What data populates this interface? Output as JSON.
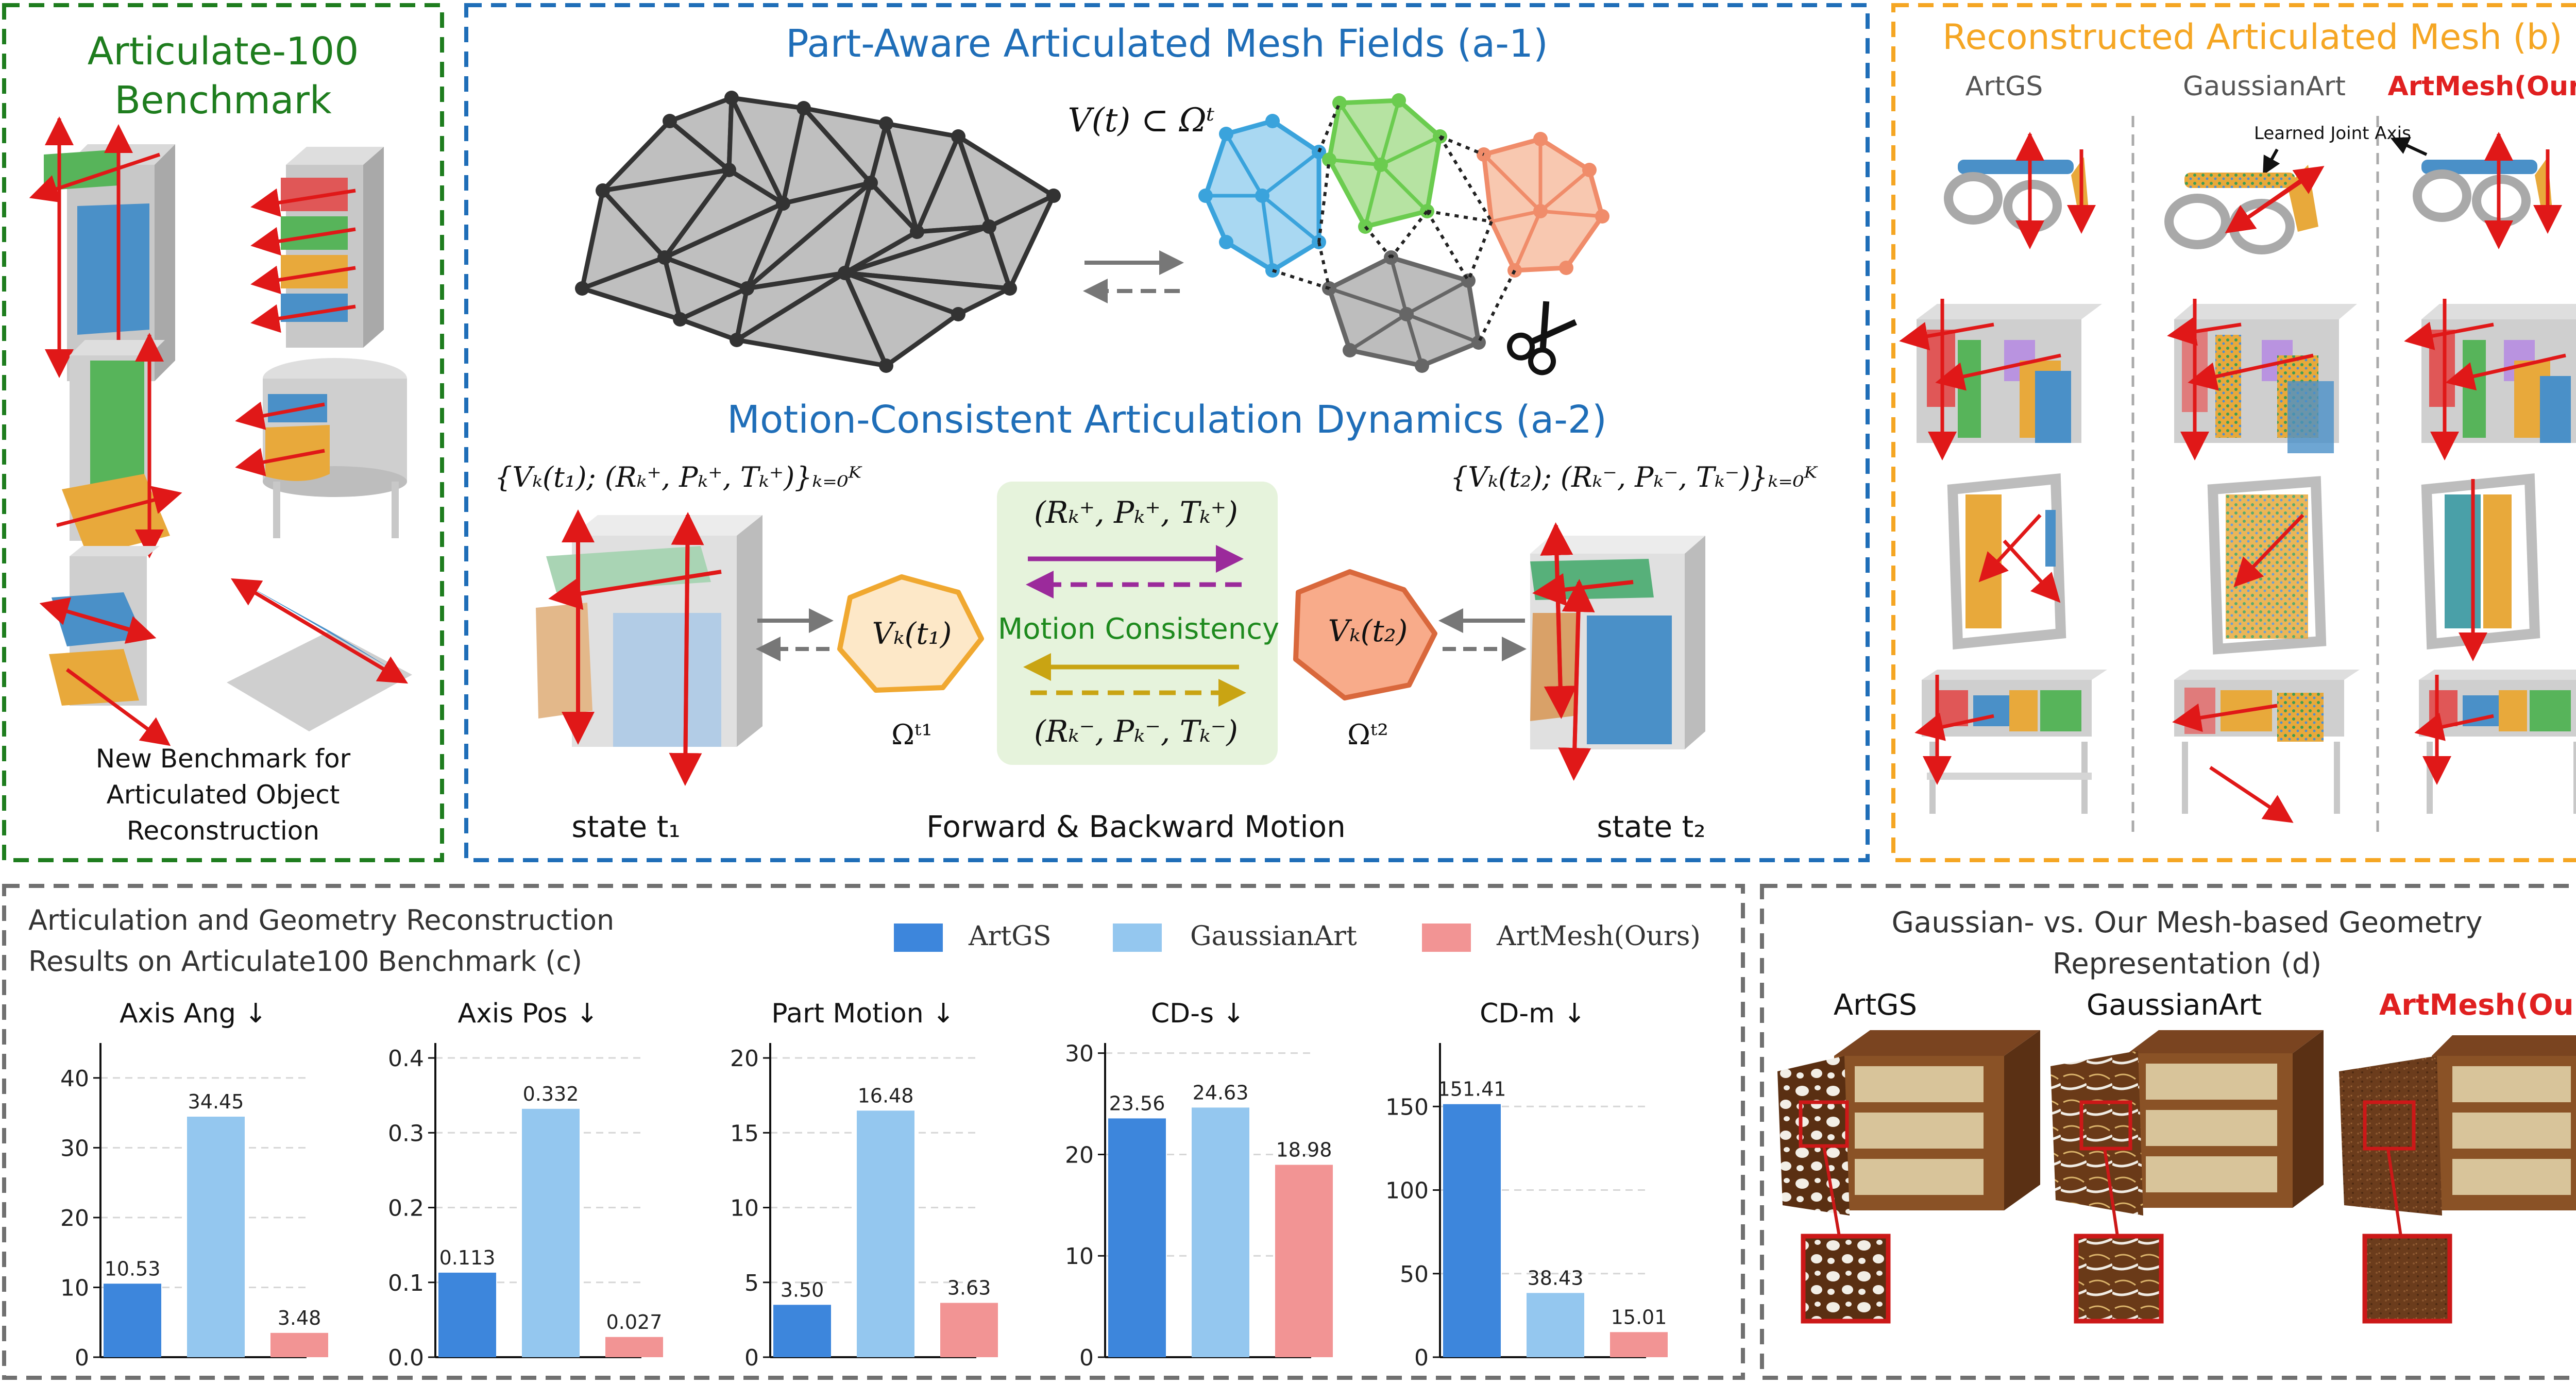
{
  "panel_benchmark": {
    "title_line1": "Articulate-100",
    "title_line2": "Benchmark",
    "caption_line1": "New Benchmark for",
    "caption_line2": "Articulated Object",
    "caption_line3": "Reconstruction"
  },
  "panel_method": {
    "title_a1": "Part-Aware Articulated Mesh Fields (a-1)",
    "formula_top": "V(t) ⊂ Ωᵗ",
    "title_a2": "Motion-Consistent Articulation Dynamics (a-2)",
    "set_left": "{Vₖ(t₁); (Rₖ⁺, Pₖ⁺, Tₖ⁺)}ₖ₌₀ᴷ",
    "set_right": "{Vₖ(t₂); (Rₖ⁻, Pₖ⁻, Tₖ⁻)}ₖ₌₀ᴷ",
    "forward_params": "(Rₖ⁺, Pₖ⁺, Tₖ⁺)",
    "backward_params": "(Rₖ⁻, Pₖ⁻, Tₖ⁻)",
    "motion_consistency": "Motion Consistency",
    "vk_t1": "Vₖ(t₁)",
    "vk_t2": "Vₖ(t₂)",
    "omega_t1": "Ωᵗ¹",
    "omega_t2": "Ωᵗ²",
    "state_t1": "state t₁",
    "state_t2": "state t₂",
    "fwd_bwd": "Forward & Backward Motion"
  },
  "panel_recon": {
    "title": "Reconstructed Articulated Mesh (b)",
    "col1": "ArtGS",
    "col2": "GaussianArt",
    "col3": "ArtMesh(Ours)",
    "joint_axis_label": "Learned Joint Axis"
  },
  "panel_results": {
    "title_line1": "Articulation and Geometry Reconstruction",
    "title_line2": "Results on Articulate100 Benchmark (c)",
    "legend": [
      "ArtGS",
      "GaussianArt",
      "ArtMesh(Ours)"
    ]
  },
  "panel_geometry": {
    "title_line1": "Gaussian- vs. Our Mesh-based Geometry",
    "title_line2": "Representation (d)",
    "col1": "ArtGS",
    "col2": "GaussianArt",
    "col3": "ArtMesh(Ours)"
  },
  "colors": {
    "artgs": "#3d86dc",
    "gaussianart": "#94c7ef",
    "artmesh": "#f29494",
    "green_border": "#1e7d1e",
    "blue_border": "#1f6eb8",
    "orange_border": "#f5a623",
    "gray_border": "#707070",
    "ours_red": "#e02020"
  },
  "chart_data": [
    {
      "type": "bar",
      "title": "Axis Ang ↓",
      "categories": [
        "ArtGS",
        "GaussianArt",
        "ArtMesh(Ours)"
      ],
      "values": [
        10.53,
        34.45,
        3.48
      ],
      "labels": [
        "10.53",
        "34.45",
        "3.48"
      ],
      "ylim": [
        0,
        45
      ],
      "yticks": [
        0,
        10,
        20,
        30,
        40
      ],
      "ytick_labels": [
        "0",
        "10",
        "20",
        "30",
        "40"
      ],
      "grid": true
    },
    {
      "type": "bar",
      "title": "Axis Pos ↓",
      "categories": [
        "ArtGS",
        "GaussianArt",
        "ArtMesh(Ours)"
      ],
      "values": [
        0.113,
        0.332,
        0.027
      ],
      "labels": [
        "0.113",
        "0.332",
        "0.027"
      ],
      "ylim": [
        0,
        0.42
      ],
      "yticks": [
        0,
        0.1,
        0.2,
        0.3,
        0.4
      ],
      "ytick_labels": [
        "0.0",
        "0.1",
        "0.2",
        "0.3",
        "0.4"
      ],
      "grid": true
    },
    {
      "type": "bar",
      "title": "Part Motion ↓",
      "categories": [
        "ArtGS",
        "GaussianArt",
        "ArtMesh(Ours)"
      ],
      "values": [
        3.5,
        16.48,
        3.63
      ],
      "labels": [
        "3.50",
        "16.48",
        "3.63"
      ],
      "ylim": [
        0,
        21
      ],
      "yticks": [
        0,
        5,
        10,
        15,
        20
      ],
      "ytick_labels": [
        "0",
        "5",
        "10",
        "15",
        "20"
      ],
      "grid": true
    },
    {
      "type": "bar",
      "title": "CD-s ↓",
      "categories": [
        "ArtGS",
        "GaussianArt",
        "ArtMesh(Ours)"
      ],
      "values": [
        23.56,
        24.63,
        18.98
      ],
      "labels": [
        "23.56",
        "24.63",
        "18.98"
      ],
      "ylim": [
        0,
        31
      ],
      "yticks": [
        0,
        10,
        20,
        30
      ],
      "ytick_labels": [
        "0",
        "10",
        "20",
        "30"
      ],
      "grid": true
    },
    {
      "type": "bar",
      "title": "CD-m ↓",
      "categories": [
        "ArtGS",
        "GaussianArt",
        "ArtMesh(Ours)"
      ],
      "values": [
        151.41,
        38.43,
        15.01
      ],
      "labels": [
        "151.41",
        "38.43",
        "15.01"
      ],
      "ylim": [
        0,
        188
      ],
      "yticks": [
        0,
        50,
        100,
        150
      ],
      "ytick_labels": [
        "0",
        "50",
        "100",
        "150"
      ],
      "grid": true
    }
  ]
}
